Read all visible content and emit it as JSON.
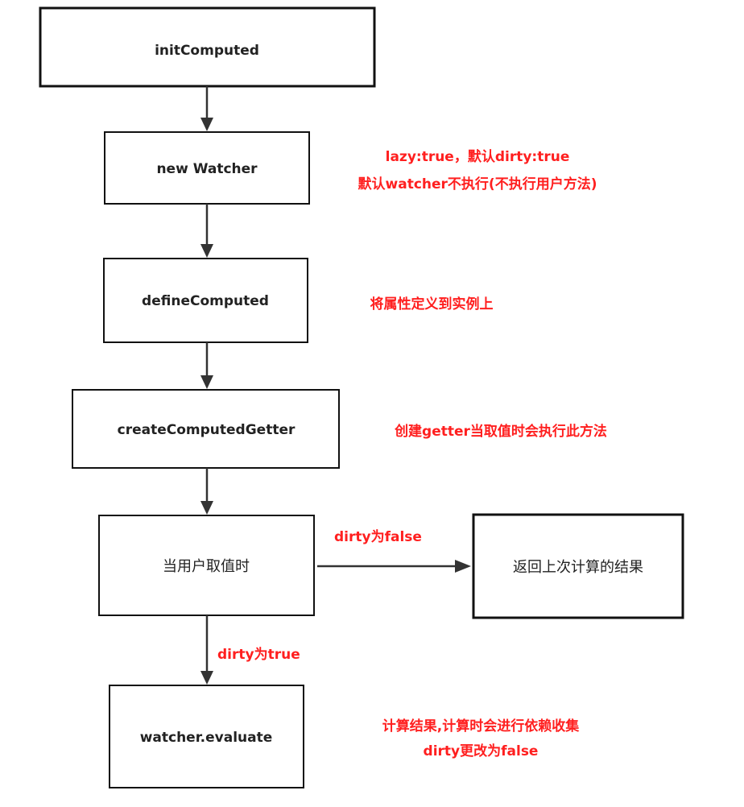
{
  "colors": {
    "annotation": "#ff1f1f",
    "box_border": "#111111",
    "arrow": "#333333",
    "text": "#222222"
  },
  "nodes": {
    "init_computed": "initComputed",
    "new_watcher": "new Watcher",
    "define_computed": "defineComputed",
    "create_getter": "createComputedGetter",
    "user_get": "当用户取值时",
    "return_last": "返回上次计算的结果",
    "evaluate": "watcher.evaluate"
  },
  "annotations": {
    "watcher_line1": "lazy:true，默认dirty:true",
    "watcher_line2": "默认watcher不执行(不执行用户方法)",
    "define": "将属性定义到实例上",
    "getter": "创建getter当取值时会执行此方法",
    "evaluate_line1": "计算结果,计算时会进行依赖收集",
    "evaluate_line2": "dirty更改为false"
  },
  "edges": {
    "dirty_false": "dirty为false",
    "dirty_true": "dirty为true"
  }
}
